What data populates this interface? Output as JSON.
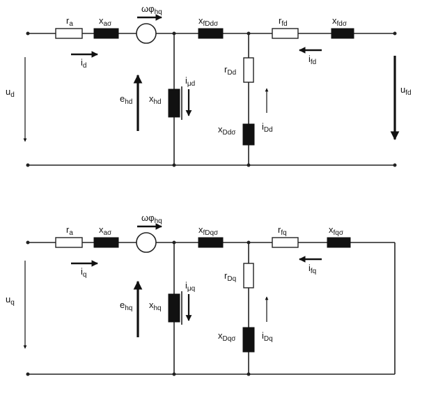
{
  "labels": {
    "d": {
      "ra": {
        "main": "r",
        "sub": "a"
      },
      "xa": {
        "main": "x",
        "sub": "aσ"
      },
      "src": {
        "main": "ωφ",
        "sub": "hq"
      },
      "xfD": {
        "main": "x",
        "sub": "fDdσ"
      },
      "rf": {
        "main": "r",
        "sub": "fd"
      },
      "xf": {
        "main": "x",
        "sub": "fdσ"
      },
      "i": {
        "main": "i",
        "sub": "d"
      },
      "if": {
        "main": "i",
        "sub": "fd"
      },
      "u": {
        "main": "u",
        "sub": "d"
      },
      "uf": {
        "main": "u",
        "sub": "fd"
      },
      "e": {
        "main": "e",
        "sub": "hd"
      },
      "xh": {
        "main": "x",
        "sub": "hd"
      },
      "imu": {
        "main": "i",
        "sub": "μd"
      },
      "rD": {
        "main": "r",
        "sub": "Dd"
      },
      "xD": {
        "main": "x",
        "sub": "Ddσ"
      },
      "iD": {
        "main": "i",
        "sub": "Dd"
      }
    },
    "q": {
      "ra": {
        "main": "r",
        "sub": "a"
      },
      "xa": {
        "main": "x",
        "sub": "aσ"
      },
      "src": {
        "main": "ωφ",
        "sub": "hq"
      },
      "xfD": {
        "main": "x",
        "sub": "fDqσ"
      },
      "rf": {
        "main": "r",
        "sub": "fq"
      },
      "xf": {
        "main": "x",
        "sub": "fqσ"
      },
      "i": {
        "main": "i",
        "sub": "q"
      },
      "if": {
        "main": "i",
        "sub": "fq"
      },
      "u": {
        "main": "u",
        "sub": "q"
      },
      "e": {
        "main": "e",
        "sub": "hq"
      },
      "xh": {
        "main": "x",
        "sub": "hq"
      },
      "imu": {
        "main": "i",
        "sub": "μq"
      },
      "rD": {
        "main": "r",
        "sub": "Dq"
      },
      "xD": {
        "main": "x",
        "sub": "Dqσ"
      },
      "iD": {
        "main": "i",
        "sub": "Dq"
      }
    }
  }
}
